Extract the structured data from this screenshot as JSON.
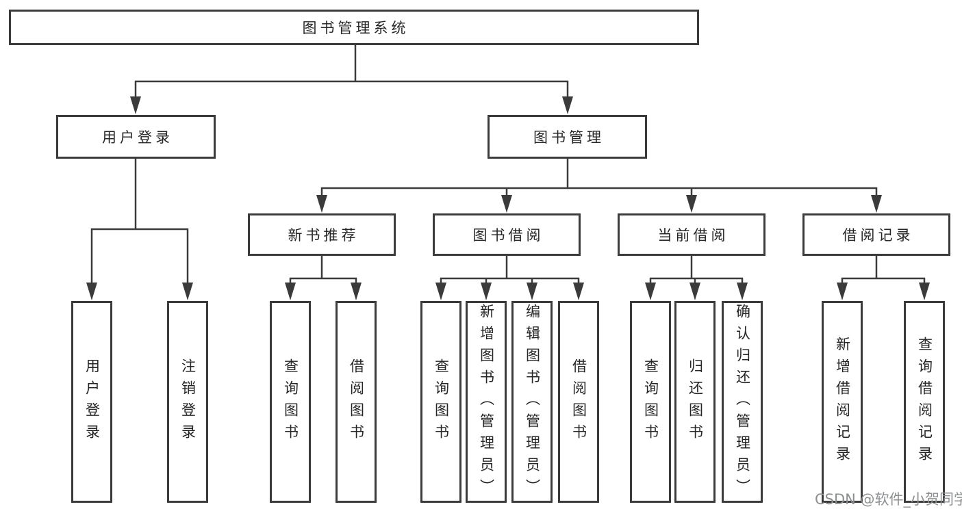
{
  "diagram": {
    "type": "hierarchy-tree",
    "root": {
      "label": "图书管理系统"
    },
    "branches": [
      {
        "label": "用户登录",
        "children": [
          {
            "label": "用户登录"
          },
          {
            "label": "注销登录"
          }
        ]
      },
      {
        "label": "图书管理",
        "children": [
          {
            "label": "新书推荐",
            "children": [
              {
                "label": "查询图书"
              },
              {
                "label": "借阅图书"
              }
            ]
          },
          {
            "label": "图书借阅",
            "children": [
              {
                "label": "查询图书"
              },
              {
                "label": "新增图书（管理员）"
              },
              {
                "label": "编辑图书（管理员）"
              },
              {
                "label": "借阅图书"
              }
            ]
          },
          {
            "label": "当前借阅",
            "children": [
              {
                "label": "查询图书"
              },
              {
                "label": "归还图书"
              },
              {
                "label": "确认归还（管理员）"
              }
            ]
          },
          {
            "label": "借阅记录",
            "children": [
              {
                "label": "新增借阅记录"
              },
              {
                "label": "查询借阅记录"
              }
            ]
          }
        ]
      }
    ]
  },
  "watermark": {
    "text": "CSDN @软件_小贺同学",
    "color": "#8d8f91"
  },
  "colors": {
    "background": "#ffffff",
    "box_border": "#3b3b3b",
    "connector_line": "#3b3b3b",
    "text": "#262626"
  }
}
